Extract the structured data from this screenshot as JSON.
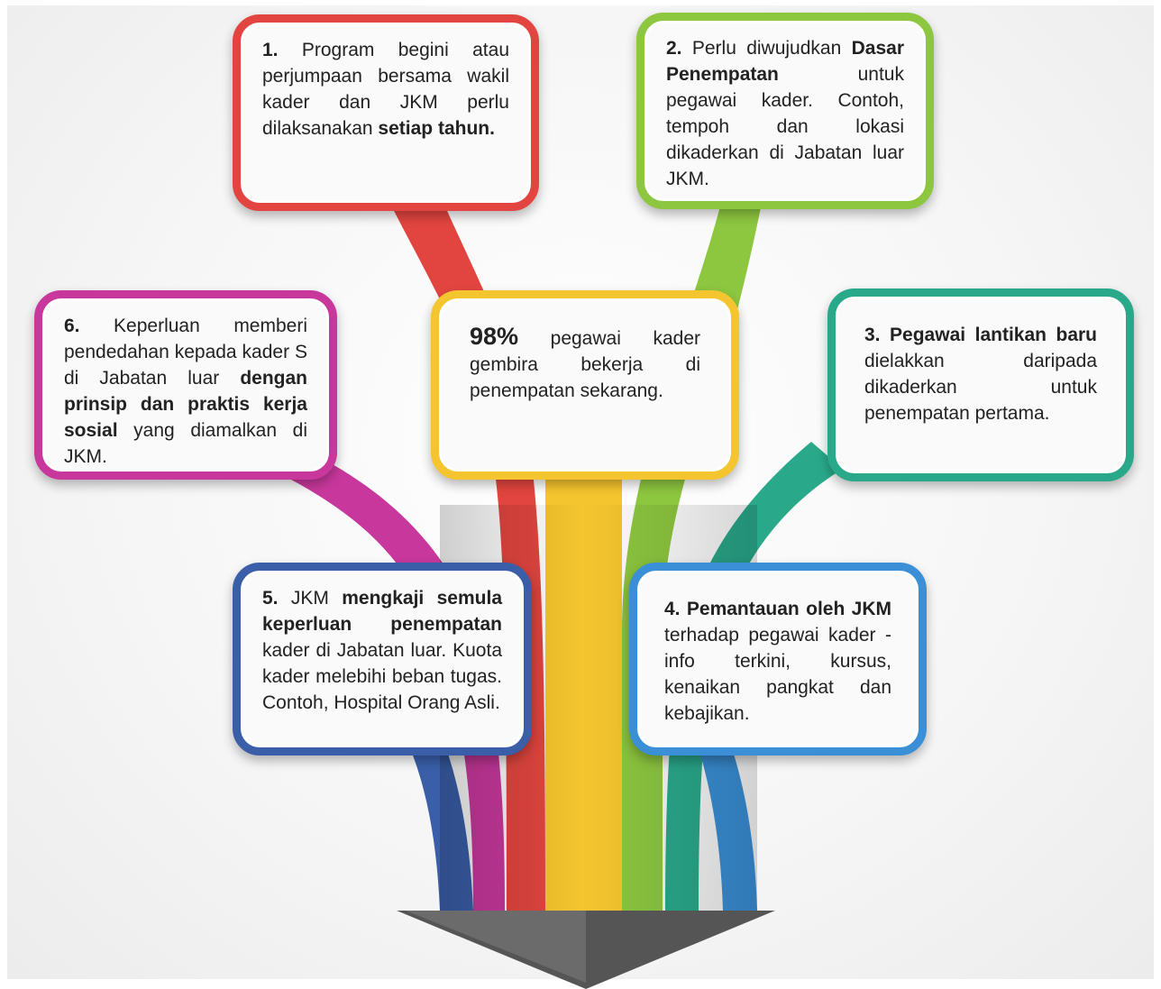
{
  "colors": {
    "red": "#e2453f",
    "green": "#8dc63f",
    "magenta": "#c8389c",
    "yellow": "#f4c52e",
    "teal": "#2aa98a",
    "blue": "#3a8fd6",
    "navy": "#3a5ea8"
  },
  "cards": {
    "c1": {
      "num": "1.",
      "t1": " Program begini atau perjumpaan bersama wakil kader dan JKM perlu dilaksanakan ",
      "b1": "setiap tahun."
    },
    "c2": {
      "num": "2.",
      "t1": " Perlu diwujudkan ",
      "b1": "Dasar Penempatan",
      "t2": " untuk pegawai kader. Contoh, tempoh dan lokasi dikaderkan di Jabatan luar JKM."
    },
    "c3": {
      "num": "3.",
      "b1": " Pegawai lantikan baru",
      "t1": " dielakkan daripada dikaderkan untuk penempatan pertama."
    },
    "c4": {
      "num": "4.",
      "b1": " Pemantauan oleh JKM",
      "t1": " terhadap pegawai kader - info terkini, kursus, kenaikan pangkat dan kebajikan."
    },
    "c5": {
      "num": "5.",
      "t1": " JKM ",
      "b1": "mengkaji semula keperluan penempatan",
      "t2": " kader di Jabatan luar. Kuota kader melebihi beban tugas. Contoh, Hospital Orang Asli."
    },
    "c6": {
      "num": "6.",
      "t1": " Keperluan memberi pendedahan kepada kader S di Jabatan luar ",
      "b1": "dengan prinsip dan praktis kerja sosial",
      "t2": " yang diamalkan di JKM."
    },
    "center": {
      "b1": "98%",
      "t1": " pegawai kader gembira bekerja di penempatan sekarang."
    }
  }
}
